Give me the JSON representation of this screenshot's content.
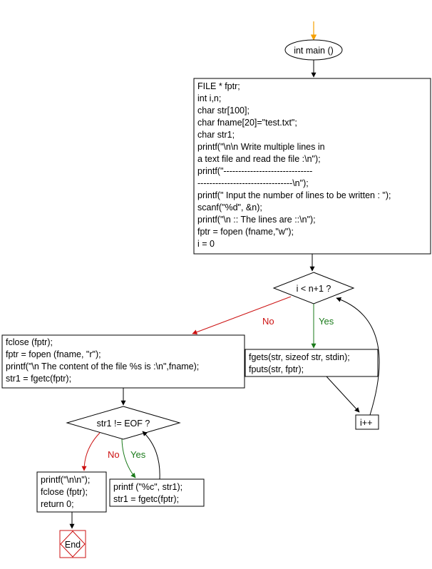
{
  "start": {
    "label": "int main ()"
  },
  "init_block": {
    "lines": [
      "FILE * fptr;",
      "int i,n;",
      "char str[100];",
      "char fname[20]=\"test.txt\";",
      "char str1;",
      "printf(\"\\n\\n Write multiple lines in",
      "a text file and read the file :\\n\");",
      "printf(\"------------------------------",
      "--------------------------------\\n\");",
      "printf(\" Input the number of lines to be written : \");",
      "scanf(\"%d\", &n);",
      "printf(\"\\n :: The lines are ::\\n\");",
      "fptr = fopen (fname,\"w\");",
      "i = 0"
    ]
  },
  "loop_condition": {
    "label": "i < n+1 ?"
  },
  "loop_body": {
    "lines": [
      "fgets(str, sizeof str, stdin);",
      "fputs(str, fptr);"
    ]
  },
  "increment": {
    "label": "i++"
  },
  "read_block": {
    "lines": [
      "fclose (fptr);",
      "fptr = fopen (fname, \"r\");",
      "printf(\"\\n The content of the file %s is  :\\n\",fname);",
      "str1 = fgetc(fptr);"
    ]
  },
  "eof_condition": {
    "label": "str1 != EOF ?"
  },
  "print_block": {
    "lines": [
      "printf (\"%c\", str1);",
      "str1 = fgetc(fptr);"
    ]
  },
  "finish_block": {
    "lines": [
      "printf(\"\\n\\n\");",
      "fclose (fptr);",
      "return 0;"
    ]
  },
  "end": {
    "label": "End"
  },
  "branches": {
    "yes": "Yes",
    "no": "No"
  },
  "colors": {
    "start_arrow": "#f5a000",
    "yes": "#1a7a1a",
    "no": "#cc1111",
    "end_border": "#cc1111"
  }
}
